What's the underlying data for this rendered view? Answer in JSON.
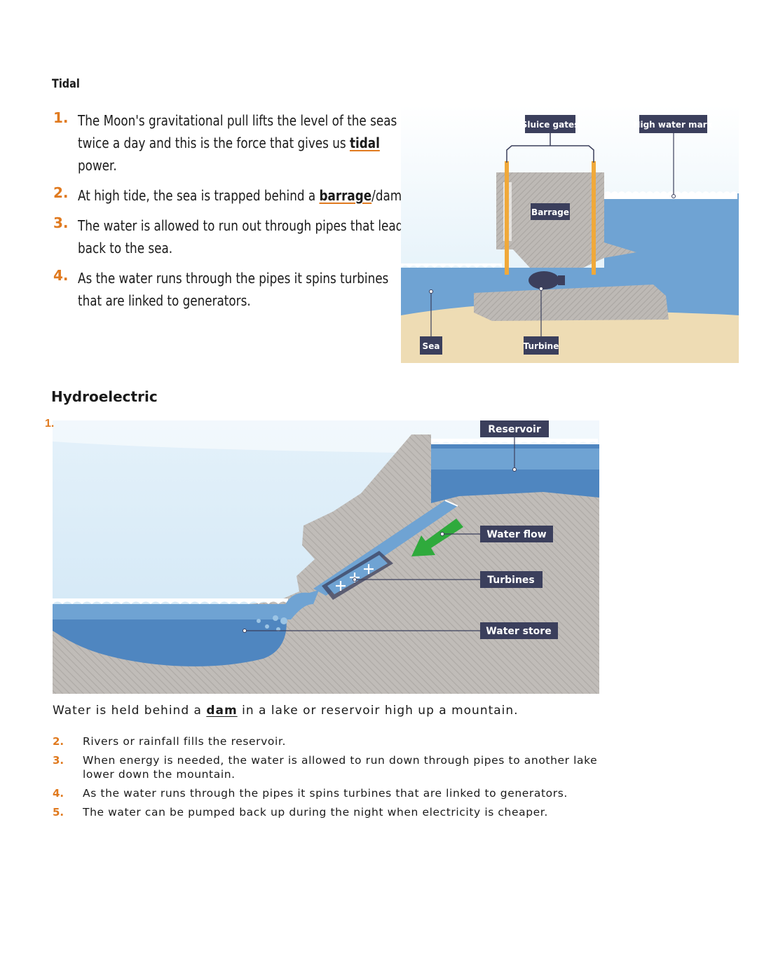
{
  "tidal": {
    "heading": "Tidal",
    "points": [
      {
        "num": "1.",
        "before": "The Moon's gravitational pull lifts the level of the seas twice a day and this is the force that gives us ",
        "keyword": "tidal",
        "after": " power."
      },
      {
        "num": "2.",
        "before": "At high tide, the sea is trapped behind a ",
        "keyword": "barrage",
        "after": "/dam."
      },
      {
        "num": "3.",
        "before": "The water is allowed to run out through pipes that lead back to the sea.",
        "keyword": "",
        "after": ""
      },
      {
        "num": "4.",
        "before": "As the water runs through the pipes it spins turbines that are linked to generators.",
        "keyword": "",
        "after": ""
      }
    ],
    "diagram_labels": {
      "sluice_gates": "Sluice gates",
      "high_water_mark": "High water mark",
      "barrage": "Barrage",
      "sea": "Sea",
      "turbine": "Turbine"
    }
  },
  "hydro": {
    "heading": "Hydroelectric",
    "first_num": "1.",
    "intro_before": "Water is held behind a ",
    "intro_keyword": "dam",
    "intro_after": " in a lake or reservoir high up a mountain.",
    "points": [
      {
        "num": "2.",
        "text": "Rivers or rainfall fills the reservoir."
      },
      {
        "num": "3.",
        "text": "When energy is needed, the water is allowed to run down through pipes to another lake lower down the mountain."
      },
      {
        "num": "4.",
        "text": "As the water runs through the pipes it spins turbines that are linked to generators."
      },
      {
        "num": "5.",
        "text": "The water can be pumped back up during the night when electricity is cheaper."
      }
    ],
    "diagram_labels": {
      "reservoir": "Reservoir",
      "water_flow": "Water flow",
      "turbines": "Turbines",
      "water_store": "Water store"
    }
  },
  "colors": {
    "accent": "#e07a1f",
    "label_bg": "#3b3f5c",
    "water": "#6fa3d3",
    "deep_water": "#4f86c0",
    "rock": "#b9b6b3",
    "sand": "#eedcb4",
    "pipe": "#f0a93a",
    "arrow": "#2faa3c"
  }
}
